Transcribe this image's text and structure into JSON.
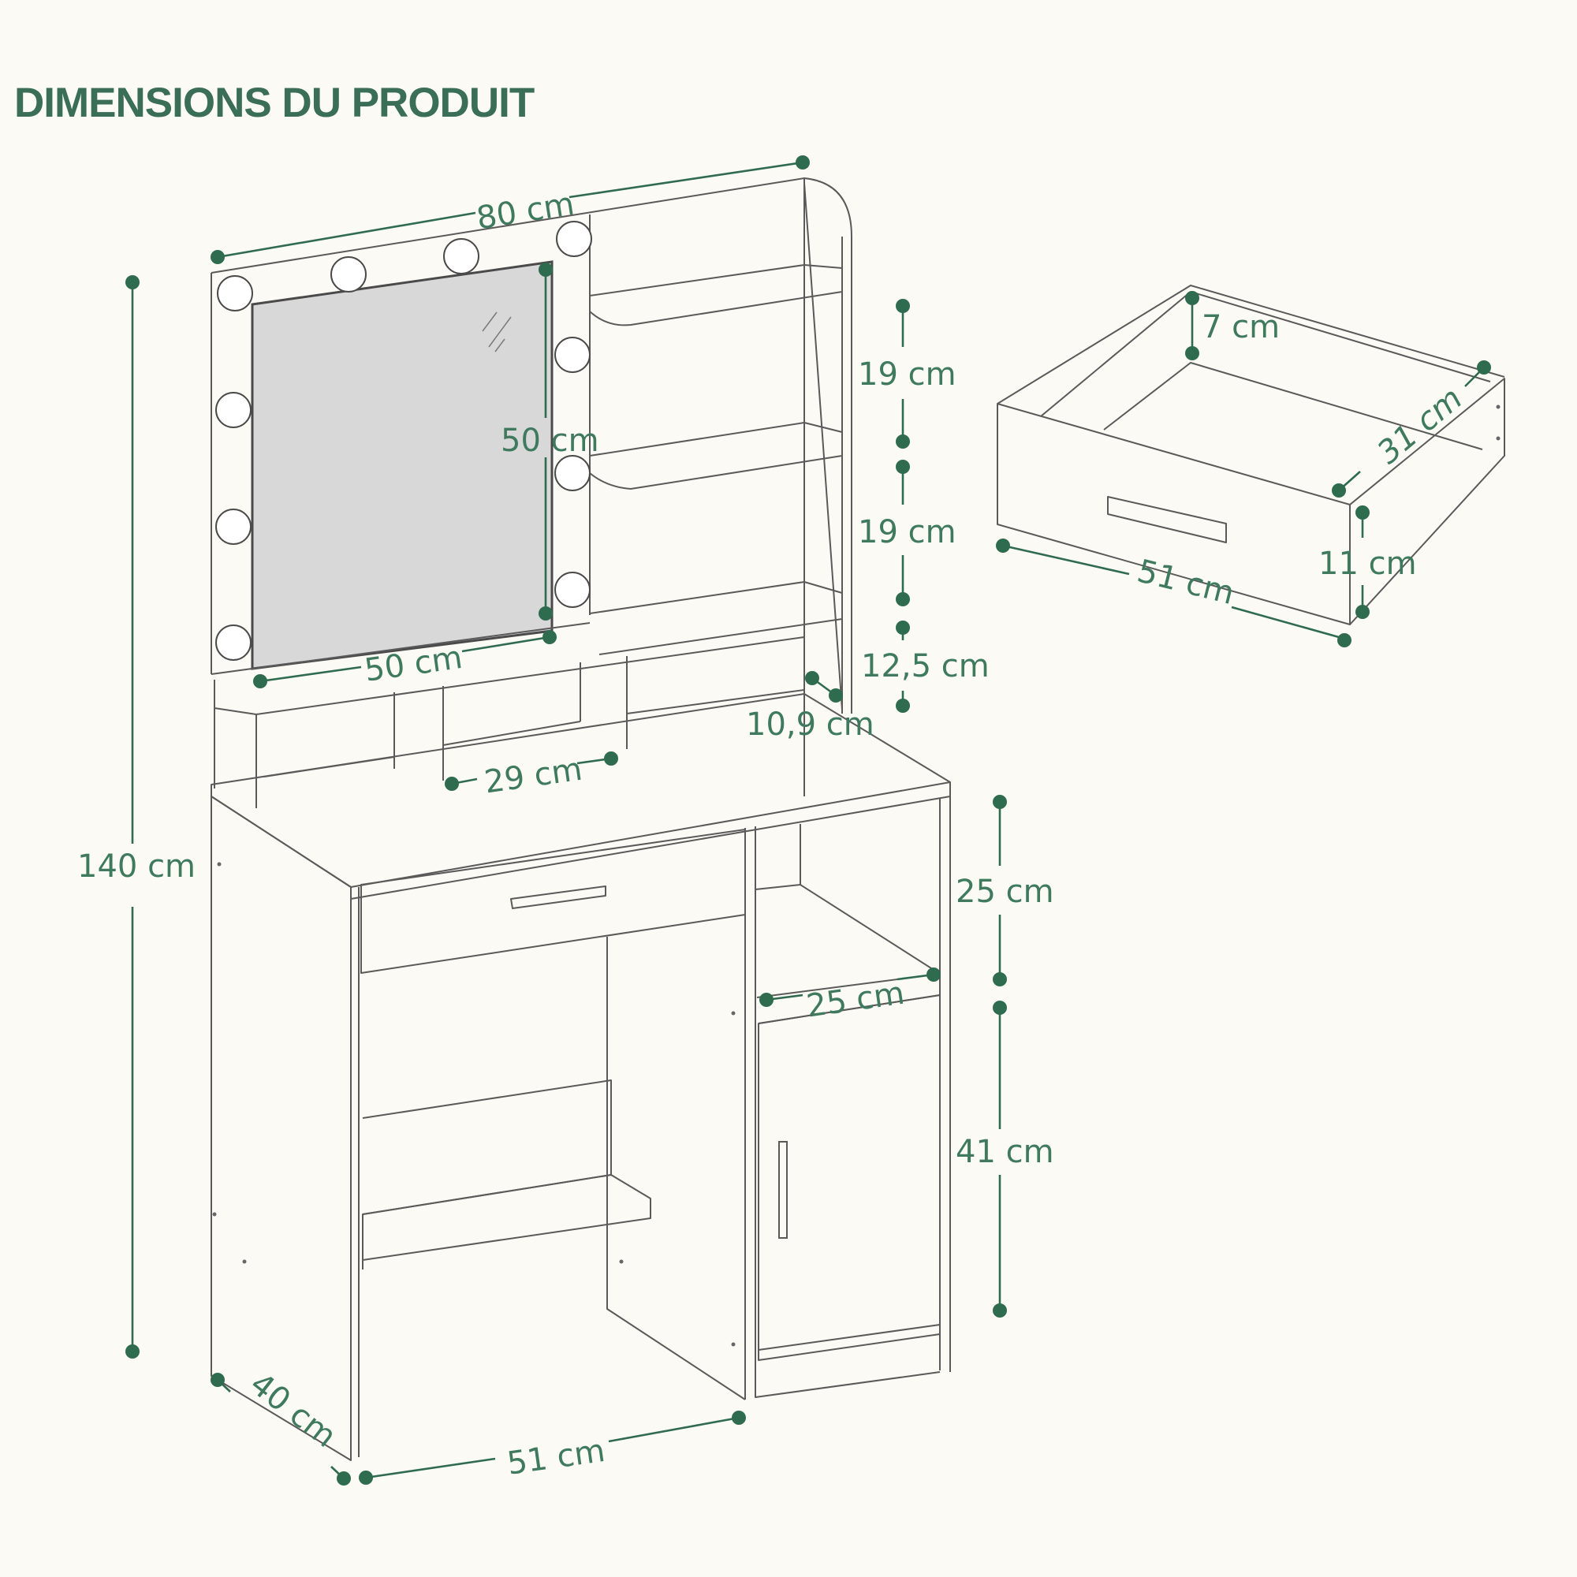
{
  "title": "DIMENSIONS DU PRODUIT",
  "colors": {
    "accent": "#2f6b4f",
    "label": "#3f7a5e",
    "background": "#fbfaf5",
    "outline": "#5a5a5a"
  },
  "dimensions": {
    "total_width": "80 cm",
    "total_height": "140 cm",
    "depth": "40 cm",
    "desk_width": "51 cm",
    "mirror_height": "50 cm",
    "mirror_width": "50 cm",
    "shelf_gap_top": "19 cm",
    "shelf_gap_middle": "19 cm",
    "shelf_gap_bottom": "12,5 cm",
    "shelf_depth": "10,9 cm",
    "compartment_width": "29 cm",
    "cabinet_open_height": "25 cm",
    "cabinet_width": "25 cm",
    "cabinet_door_height": "41 cm",
    "drawer_height_inner": "7 cm",
    "drawer_depth": "31 cm",
    "drawer_height": "11 cm",
    "drawer_width": "51 cm"
  }
}
